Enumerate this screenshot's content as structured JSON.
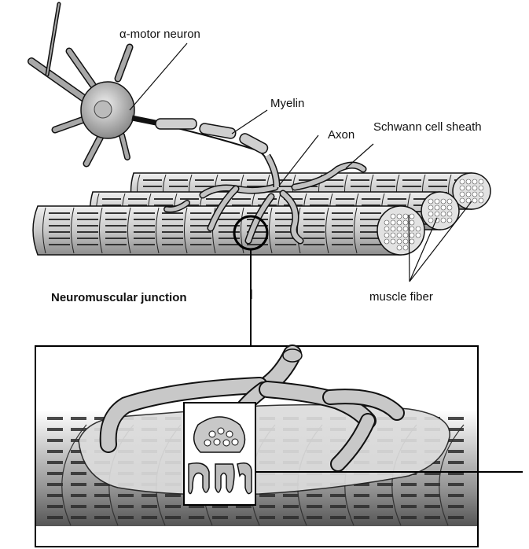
{
  "labels": {
    "motor_neuron": "α-motor neuron",
    "myelin": "Myelin",
    "axon": "Axon",
    "schwann": "Schwann cell sheath",
    "junction": "Neuromuscular junction",
    "muscle_fiber": "muscle fiber"
  },
  "colors": {
    "background": "#ffffff",
    "outline": "#111111",
    "fiber_fill": "#cfcfcf",
    "nerve_fill": "#b8b8b8",
    "soma_fill": "#9a9a9a"
  }
}
